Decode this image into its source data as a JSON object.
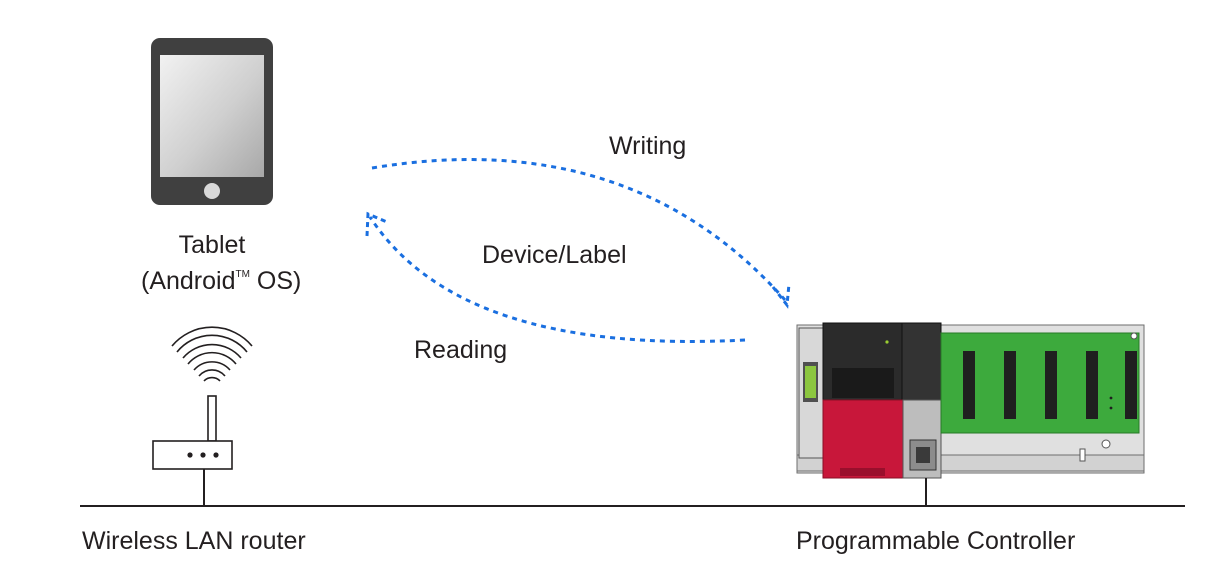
{
  "labels": {
    "tablet_line1": "Tablet",
    "tablet_line2_prefix": "(Android",
    "tablet_trademark": "TM",
    "tablet_line2_suffix": " OS)",
    "writing": "Writing",
    "device_label": "Device/Label",
    "reading": "Reading",
    "router": "Wireless LAN router",
    "controller": "Programmable Controller"
  },
  "colors": {
    "arrow": "#1a6fe0",
    "line": "#231f20",
    "tablet_body": "#404040",
    "plc_green": "#3daa3d",
    "plc_red": "#c8173a",
    "plc_dark": "#2b2b2b"
  },
  "icons": [
    "tablet-icon",
    "wifi-icon",
    "router-icon",
    "plc-icon"
  ]
}
